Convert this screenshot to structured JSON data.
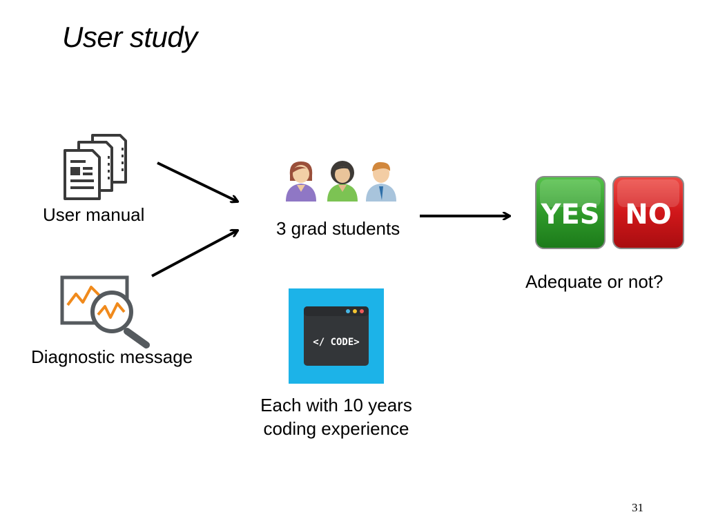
{
  "slide": {
    "title": "User study",
    "page_number": "31"
  },
  "inputs": {
    "user_manual": "User manual",
    "diagnostic_message": "Diagnostic message"
  },
  "participants": {
    "label": "3 grad students",
    "experience_line1": "Each with 10 years",
    "experience_line2": "coding experience",
    "code_tile_text": "</ CODE>"
  },
  "outcome": {
    "yes_label": "YES",
    "no_label": "NO",
    "question": "Adequate or not?"
  },
  "colors": {
    "yes_green": "#2f9a2a",
    "no_red": "#d0171a",
    "code_bg": "#1cb3e8",
    "code_window": "#333639",
    "chart_orange": "#f08a1c"
  }
}
